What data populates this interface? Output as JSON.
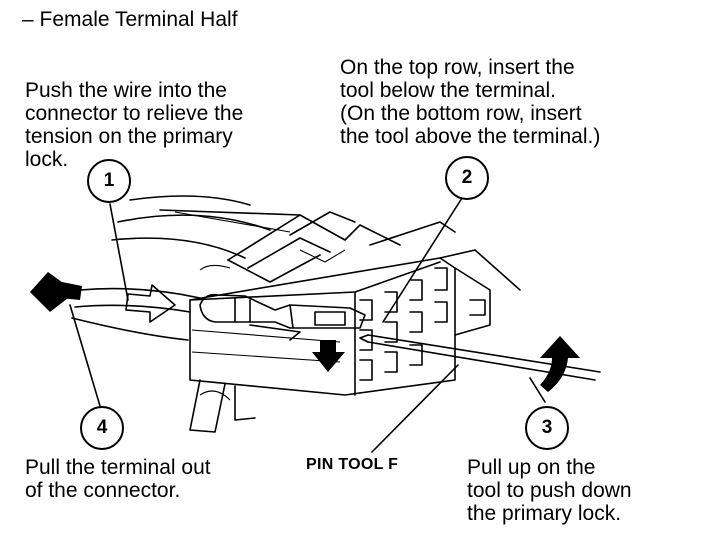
{
  "title": "– Female Terminal Half",
  "steps": {
    "step1": {
      "number": "1",
      "lines": [
        "Push the wire into the",
        "connector to relieve the",
        "tension on the primary",
        "lock."
      ]
    },
    "step2": {
      "number": "2",
      "lines": [
        "On the top row, insert the",
        "tool below the terminal.",
        "(On the bottom row, insert",
        "the tool above the terminal.)"
      ]
    },
    "step3": {
      "number": "3",
      "lines": [
        "Pull up on the",
        "tool to push down",
        "the primary lock."
      ]
    },
    "step4": {
      "number": "4",
      "lines": [
        "Pull the terminal out",
        "of the connector."
      ]
    }
  },
  "tool_label": "PIN TOOL F",
  "icons": [
    "left-arrow-icon",
    "push-arrow-icon",
    "down-arrow-icon",
    "up-arrow-icon"
  ]
}
